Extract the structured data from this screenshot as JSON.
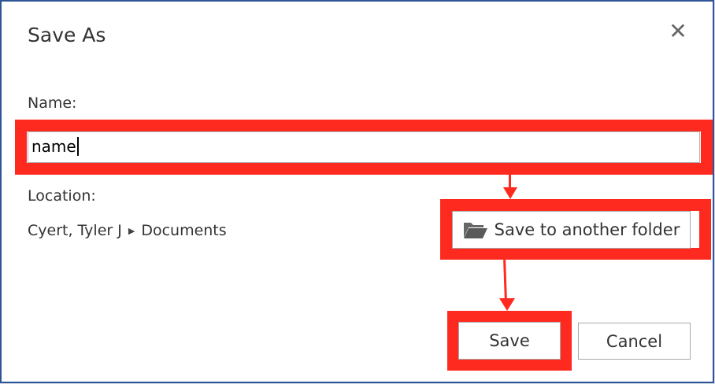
{
  "dialog": {
    "title": "Save As",
    "close_icon": "close-icon",
    "name_label": "Name:",
    "name_value": "name",
    "location_label": "Location:",
    "location_path": [
      "Cyert, Tyler J",
      "Documents"
    ],
    "save_to_folder_label": "Save to another folder",
    "save_label": "Save",
    "cancel_label": "Cancel"
  },
  "annotations": {
    "highlight_color": "#ff2a1f"
  }
}
